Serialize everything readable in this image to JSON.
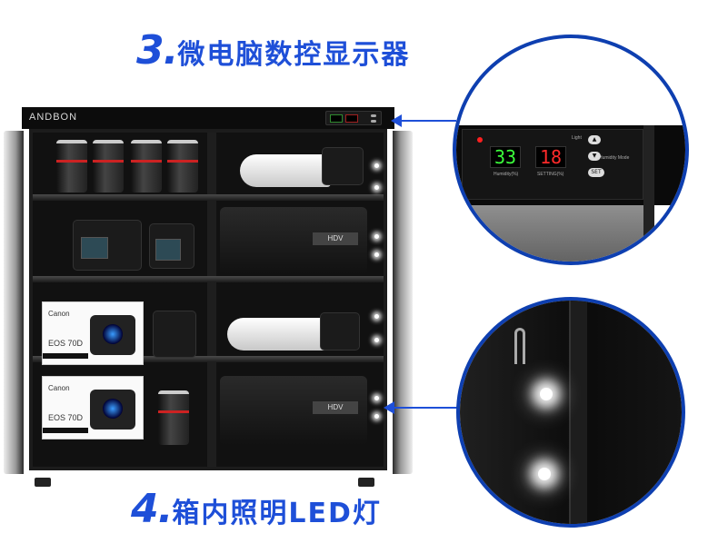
{
  "heading_display": {
    "number": "3.",
    "text": "微电脑数控显示器"
  },
  "heading_led": {
    "number": "4.",
    "text": "箱内照明LED灯"
  },
  "cabinet": {
    "brand": "ANDBON"
  },
  "products": {
    "box1_brand": "Canon",
    "box1_model": "EOS 70D",
    "box2_brand": "Canon",
    "box2_model": "EOS 70D",
    "camcorder_label": "HDV"
  },
  "display_panel": {
    "humidity_value": "33",
    "setting_value": "18",
    "humidity_label": "Humidity(%)",
    "setting_label": "SETTING(%)",
    "set_button": "SET",
    "light_label": "Light",
    "setting_mode_label": "Humidity Mode"
  },
  "colors": {
    "accent": "#1e4fd8",
    "ring": "#0e3fb0",
    "green_digit": "#3cff3c",
    "red_digit": "#ff2a2a"
  }
}
